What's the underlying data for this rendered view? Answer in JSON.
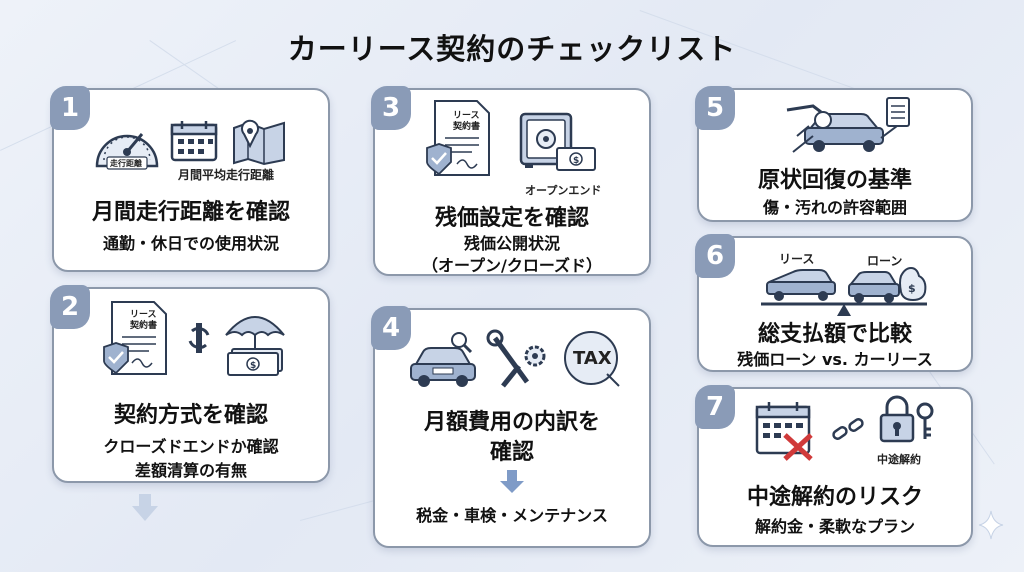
{
  "title": "カーリース契約のチェックリスト",
  "cards": [
    {
      "number": "1",
      "heading": "月間走行距離を確認",
      "sub1": "通勤・休日での使用状況",
      "meter_label": "走行距離",
      "icon_label": "月間平均走行距離"
    },
    {
      "number": "2",
      "heading": "契約方式を確認",
      "sub1": "クローズドエンドか確認",
      "sub2": "差額清算の有無",
      "doc_label1": "リース",
      "doc_label2": "契約書"
    },
    {
      "number": "3",
      "heading": "残価設定を確認",
      "sub1": "残価公開状況",
      "sub2": "（オープン/クローズド）",
      "doc_label1": "リース",
      "doc_label2": "契約書",
      "icon_label": "オープンエンド"
    },
    {
      "number": "4",
      "heading1": "月額費用の内訳を",
      "heading2": "確認",
      "sub1": "税金・車検・メンテナンス",
      "tax_label": "TAX"
    },
    {
      "number": "5",
      "heading": "原状回復の基準",
      "sub1": "傷・汚れの許容範囲"
    },
    {
      "number": "6",
      "heading": "総支払額で比較",
      "sub1": "残価ローン vs. カーリース",
      "left_label": "リース",
      "right_label": "ローン"
    },
    {
      "number": "7",
      "heading": "中途解約のリスク",
      "sub1": "解約金・柔軟なプラン",
      "icon_label": "中途解約"
    }
  ],
  "colors": {
    "badge": "#8a9bb7",
    "icon_stroke": "#2d3b52",
    "icon_fill": "#c7d3e6",
    "cross": "#d03a3a",
    "shield": "#9fb2cf"
  }
}
